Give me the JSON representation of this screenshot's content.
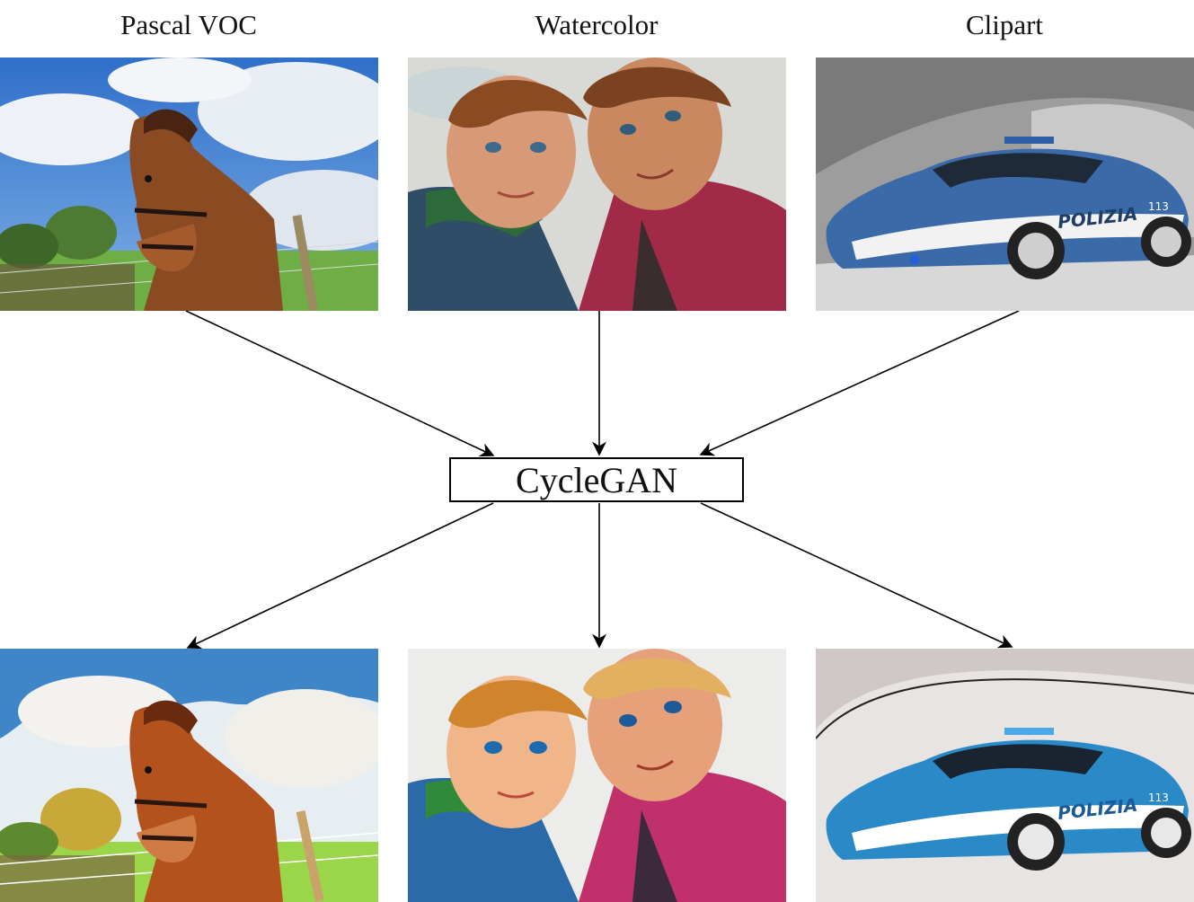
{
  "domains": [
    {
      "title": "Pascal VOC",
      "subject": "horse"
    },
    {
      "title": "Watercolor",
      "subject": "two boys"
    },
    {
      "title": "Clipart",
      "subject": "police car"
    }
  ],
  "center_box": {
    "label": "CycleGAN"
  },
  "police_car_text": "POLIZIA",
  "police_car_number": "113",
  "colors": {
    "line": "#000000",
    "sky": "#3b7fd0",
    "grass": "#79b84a",
    "horse": "#8a4a22",
    "watercolor_bg": "#d9dad6",
    "car_blue": "#3a6aa8",
    "clipart_bg": "#9d9d9d"
  }
}
